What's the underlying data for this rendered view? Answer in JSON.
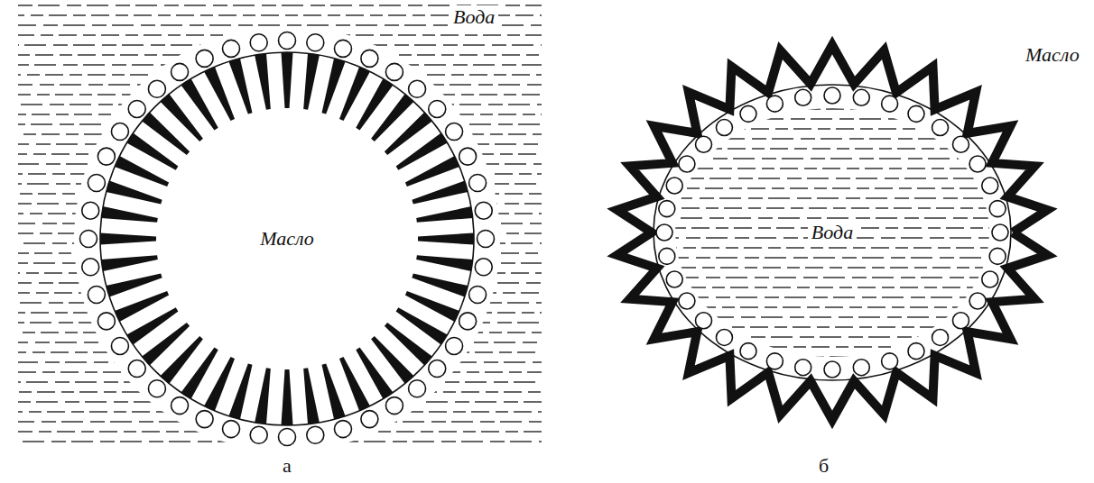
{
  "diagram": {
    "nodes": [
      {
        "text": [
          "Масло"
        ]
      },
      {
        "text": [
          "Вода"
        ]
      }
    ],
    "labels": [
      "Вода",
      "Масло",
      "а",
      "б"
    ]
  }
}
